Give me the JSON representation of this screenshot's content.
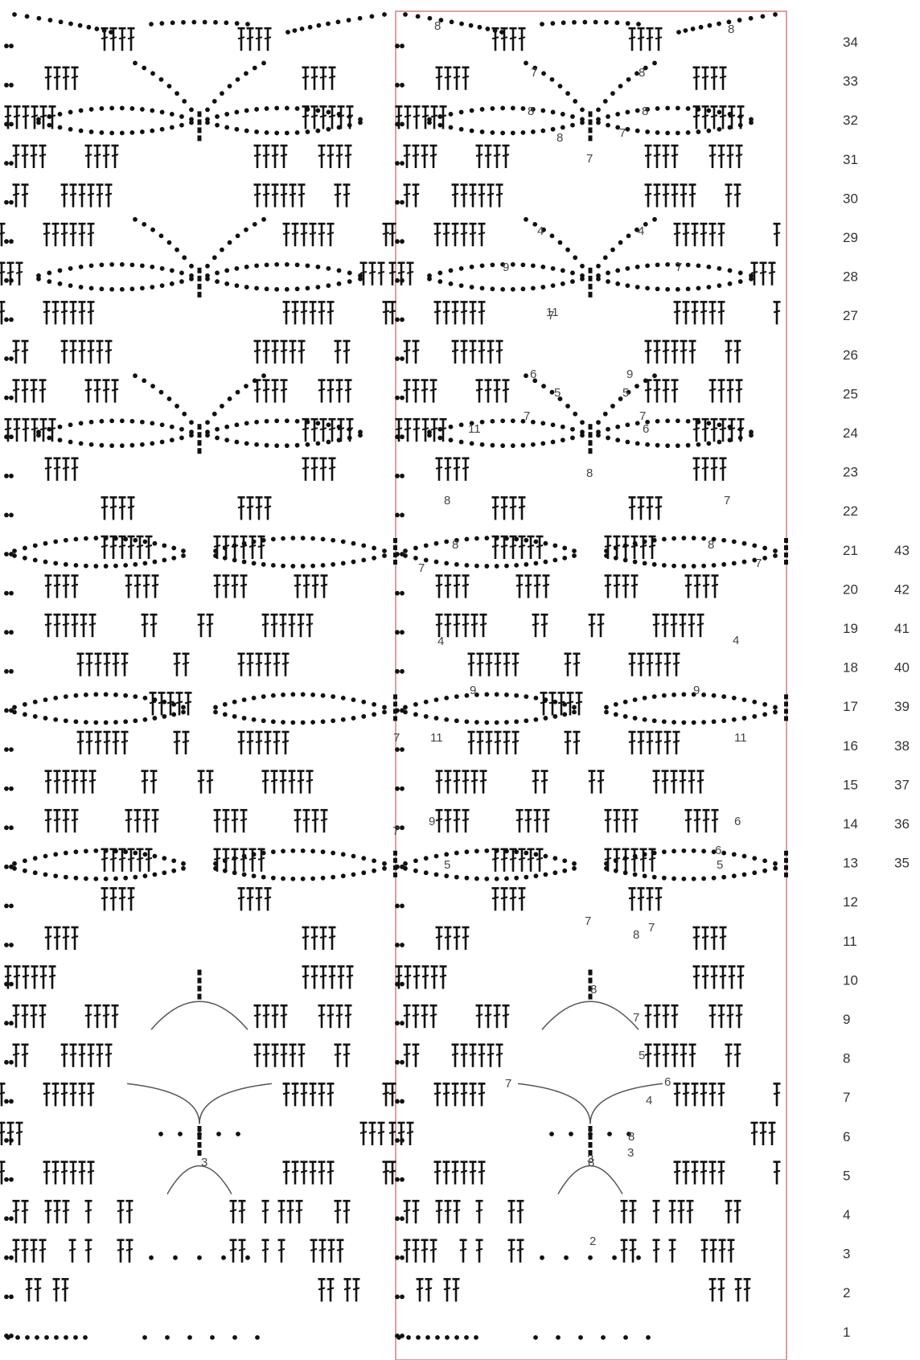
{
  "colors": {
    "ink": "#111111",
    "repeat_box": "#d08080",
    "label": "#333333",
    "background": "#ffffff"
  },
  "row_numbers": [
    "34",
    "33",
    "32",
    "31",
    "30",
    "29",
    "28",
    "27",
    "26",
    "25",
    "24",
    "23",
    "22",
    "21",
    "20",
    "19",
    "18",
    "17",
    "16",
    "15",
    "14",
    "13",
    "12",
    "11",
    "10",
    "9",
    "8",
    "7",
    "6",
    "5",
    "4",
    "3",
    "2",
    "1"
  ],
  "alt_row_numbers": [
    "43",
    "42",
    "41",
    "40",
    "39",
    "38",
    "37",
    "36",
    "35"
  ],
  "chain_counts": [
    "8",
    "8",
    "7",
    "8",
    "8",
    "8",
    "8",
    "7",
    "7",
    "4",
    "4",
    "9",
    "7",
    "7",
    "11",
    "11",
    "6",
    "6",
    "9",
    "5",
    "5",
    "7",
    "7",
    "8",
    "8",
    "7",
    "8",
    "8",
    "7",
    "7",
    "4",
    "4",
    "9",
    "9",
    "7",
    "7",
    "11",
    "11",
    "9",
    "6",
    "6",
    "5",
    "5",
    "7",
    "7",
    "8",
    "8",
    "7",
    "7",
    "6",
    "5",
    "4",
    "8",
    "8",
    "3",
    "3",
    "3",
    "2"
  ],
  "symbols": {
    "dc": "double-crochet-symbol",
    "ch": "chain-dot-symbol",
    "sc": "single-crochet-symbol"
  }
}
